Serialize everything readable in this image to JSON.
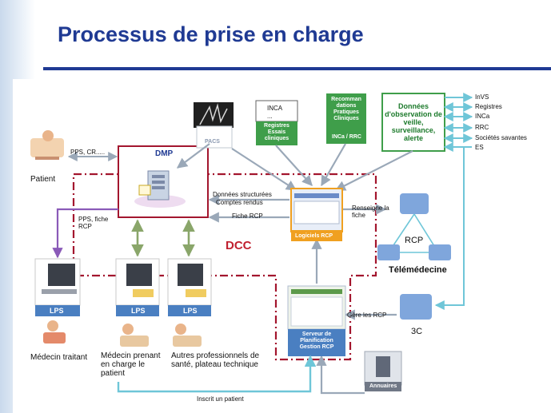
{
  "slide": {
    "title": "Processus de prise en charge"
  },
  "colors": {
    "title": "#1f3a93",
    "dmp_border": "#a3162e",
    "dcc_border": "#a3162e",
    "green_box": "#3f9e4a",
    "blue_label": "#4a7fc1",
    "orange_border": "#f0a020"
  },
  "diagram": {
    "patient": "Patient",
    "pps_cr": "PPS, CR.....",
    "dmp": "DMP",
    "pacs": "PACS",
    "inca_title": "INCA",
    "inca_sub": "...",
    "registres_essais": "Registres Essais cliniques",
    "recommandations": "Recomman dations Pratiques Cliniques",
    "inca_rrc": "INCa / RRC",
    "observation": "Données d'observation de veille, surveillance, alerte",
    "right_list": [
      "InVS",
      "Registres",
      "INCa",
      "RRC",
      "Sociétés savantes",
      "ES"
    ],
    "donnees_structurees": "Données structurées",
    "comptes_rendus": "Comptes rendus",
    "fiche_rcp": "Fiche RCP",
    "logiciels_rcp": "Logiciels RCP",
    "renseigne_fiche": "Renseigne la fiche",
    "rcp": "RCP",
    "telemedecine": "Télémédecine",
    "pps_fiche_rcp": "PPS, fiche RCP",
    "dcc": "DCC",
    "lps": "LPS",
    "gere_rcp": "Gère les RCP",
    "three_c": "3C",
    "serveur": "Serveur de Planification Gestion RCP",
    "medecin_traitant": "Médecin traitant",
    "medecin_prenant": "Médecin prenant en charge le patient",
    "autres_pros": "Autres professionnels de santé, plateau technique",
    "annuaires": "Annuaires",
    "inscrit_patient": "Inscrit un patient"
  }
}
